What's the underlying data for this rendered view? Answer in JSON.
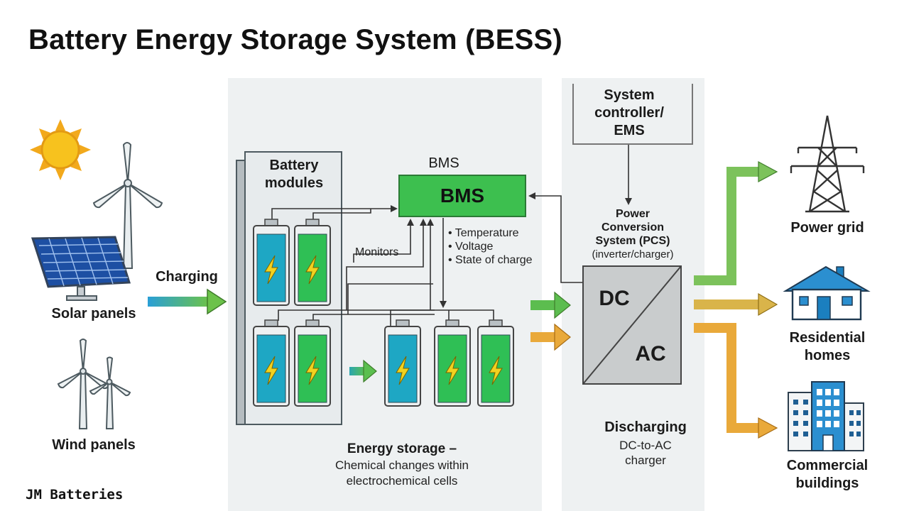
{
  "title": "Battery Energy Storage System (BESS)",
  "sources": {
    "solar_label": "Solar panels",
    "wind_label": "Wind panels",
    "charging_label": "Charging"
  },
  "storage": {
    "modules_label": "Battery modules",
    "bms_heading": "BMS",
    "bms_box_label": "BMS",
    "monitors_label": "Monitors",
    "metrics": [
      "• Temperature",
      "• Voltage",
      "• State of charge"
    ],
    "caption_title": "Energy storage –",
    "caption_lines": [
      "Chemical changes within",
      "electrochemical cells"
    ]
  },
  "conversion": {
    "controller_label": "System controller/ EMS",
    "pcs_label": [
      "Power",
      "Conversion",
      "System (PCS)",
      "(inverter/charger)"
    ],
    "dc_label": "DC",
    "ac_label": "AC",
    "discharging_label": "Discharging",
    "discharging_sub": [
      "DC-to-AC",
      "charger"
    ]
  },
  "outputs": {
    "grid_label": "Power grid",
    "homes_label": "Residential homes",
    "commercial_label": "Commercial buildings"
  },
  "brand": "JM Batteries",
  "colors": {
    "bms_green": "#3dbf4f",
    "cell_blue": "#1ea7c4",
    "cell_green": "#2fbf55",
    "arrow_green": "#5cbd4f",
    "arrow_orange": "#e9a93a",
    "bolt_yellow": "#f2d21f"
  }
}
